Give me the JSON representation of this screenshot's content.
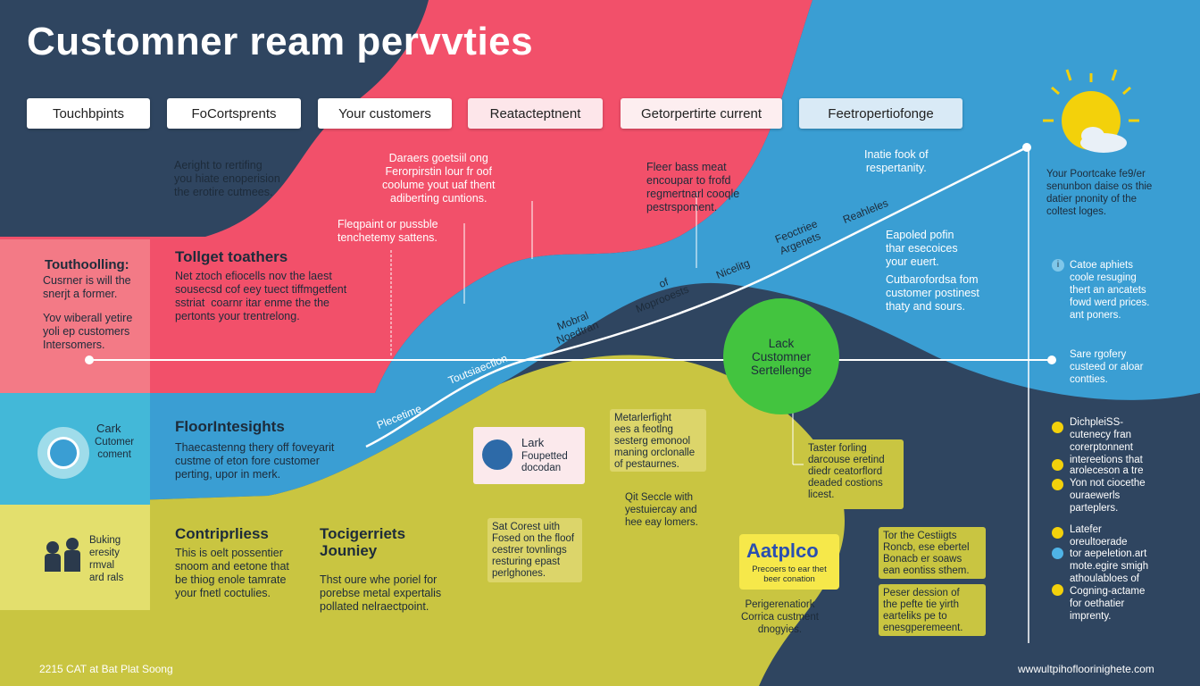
{
  "title": "Customner ream pervvties",
  "tabs": [
    "Touchbpints",
    "FoCortsprents",
    "Your customers",
    "Reatacteptnent",
    "Getorpertirte current",
    "Feetropertiofonge"
  ],
  "top_notes": {
    "left": "Aeright to rertifing\nyou hiate enoperision\nthe erotire cutmees.",
    "mid": "Daraers goetsiil ong\nFerorpirstin lour fr oof\ncoolume yout uaf thent\nadiberting cuntions.",
    "right": "Fleer bass meat\nencoupar to frofd\nregmertnarl cooqle\npestrspoment.",
    "fr": "Inatie fook of\nrespertanity."
  },
  "left_col": {
    "touch_head": "Touthoolling:",
    "touch_t1": "Cusrner is will the\nsnerjt a former.",
    "touch_t2": "Yov wiberall yetire\nyoli ep customers\nIntersomers.",
    "target_head": "Tollget toathers",
    "target_text": "Net ztoch efiocells nov the laest\nsousecsd cof eey tuect tiffmgetfent\nsstriat  coarnr itar enme the the\npertonts your trentrelong.",
    "prospect": "Fleqpaint or pussble\ntenchetemy sattens.",
    "cark_head": "Cark",
    "cark_text": "Cutomer\ncoment",
    "floor_head": "FloorIntesights",
    "floor_text": "Thaecastenng thery off foveyarit\ncustme of eton fore customer\nperting, upor in merk.",
    "bulk_text": "Buking\neresity\nrmval\nard rals",
    "contri_head": "Contriprliess",
    "contri_text": "This is oelt possentier\nsnoom and eetone that\nbe thiog enole tamrate\nyour fnetl coctulies.",
    "journey_head": "Tocigerriets\nJouniey",
    "journey_text": "Thst oure whe poriel for\nporebse metal expertalis\npollated nelraectpoint."
  },
  "path_labels": [
    "Plecetime",
    "Toutsiaection",
    "Mobral\nNoedtran",
    "Moprooests",
    "Nicelitg",
    "Feoctriee\nArgenets",
    "Reahleles"
  ],
  "path_label_of": "of",
  "center": {
    "circle": "Lack\nCustomner\nSertellenge",
    "metar": "Metarlerfight\nees a feotlng\nsesterg emonool\nmaning orclonalle\nof pestaurnes.",
    "lark_head": "Lark",
    "lark_text": "Foupetted\ndocodan",
    "qit": "Qit Seccle with\nyestuiercay and\nhee eay lomers.",
    "sat": "Sat Corest uith\nFosed on the floof\ncestrer tovnlings\nresturing epast\nperlghones.",
    "taster": "Taster forling\ndarcouse eretind\ndiedr ceatorflord\ndeaded costions\nlicest.",
    "brand": "Aatplco",
    "brand_sub": "Precoers to ear thet\nbeer conation",
    "periger": "Perigerenatiork\nCorrica custment\ndnogyies.",
    "tor": "Tor the Cestiigts\nRoncb, ese ebertel\nBonacb er soaws\nean eontiss sthem.",
    "peser": "Peser dession of\nthe pefte tie yirth\nearteliks pe to\nenesgperemeent."
  },
  "right_area": {
    "eapored": "Eapoled pofin\nthar esecoices\nyour euert.",
    "cutbar": "Cutbarofordsa fom\ncustomer postinest\nthaty and sours.",
    "right_top": "Your Poortcake fe9/er\nsenunbon daise os thie\ndatier pnonity of the\ncoltest loges.",
    "info1": "Catoe aphiets\ncoole resuging\nthert an ancatets\nfowd werd prices.\nant poners.",
    "sare": "Sare rgofery\ncusteed or aloar\ncontties.",
    "b1": "DichpleiSS-\ncutenecy fran\ncorerptonnent\nintereetions that",
    "b2": "aroleceson a tre",
    "b3": "Yon not ciocethe\nouraewerls\nparteplers.",
    "b4": "Latefer\noreultoerade",
    "b5": "tor aepeletion.art\nmote.egire smigh\nathoulabloes of",
    "b6": "Cogning-actame\nfor oethatier\nimprenty."
  },
  "footer_left": "2215 CAT at Bat Plat Soong",
  "footer_right": "wwwultpihofloorinighete.com",
  "colors": {
    "navy": "#2f4560",
    "red": "#f2506a",
    "blue": "#3a9ed3",
    "olive": "#c9c541",
    "green": "#43c43f",
    "yellow": "#f3d10b",
    "pink": "#f37a86"
  }
}
